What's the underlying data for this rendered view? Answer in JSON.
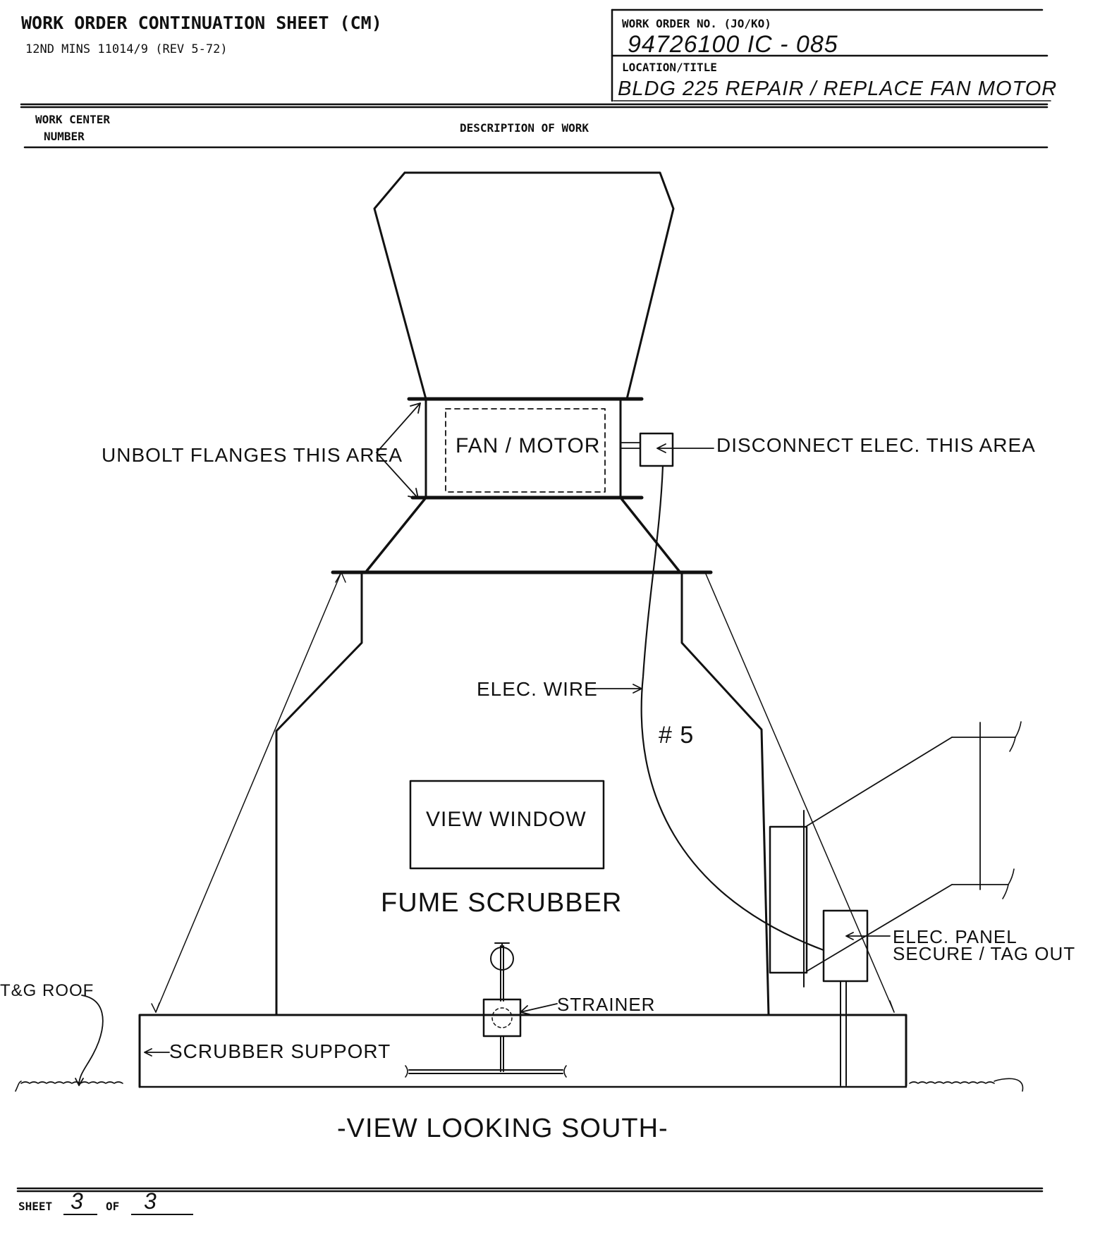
{
  "header": {
    "title": "WORK ORDER CONTINUATION SHEET (CM)",
    "form_id": "12ND MINS 11014/9 (REV 5-72)",
    "work_order_label": "WORK ORDER NO. (JO/KO)",
    "work_order_value": "94726100 IC - 085",
    "location_label": "LOCATION/TITLE",
    "location_value": "BLDG 225   REPAIR / REPLACE FAN MOTOR"
  },
  "columns": {
    "work_center_line1": "WORK CENTER",
    "work_center_line2": "NUMBER",
    "description": "DESCRIPTION OF WORK"
  },
  "drawing": {
    "fan_motor": "FAN / MOTOR",
    "unbolt": "UNBOLT FLANGES THIS AREA",
    "disconnect": "DISCONNECT ELEC. THIS AREA",
    "elec_wire": "ELEC. WIRE",
    "number": "# 5",
    "view_window": "VIEW WINDOW",
    "fume_scrubber": "FUME SCRUBBER",
    "strainer": "STRAINER",
    "elec_panel_line1": "ELEC. PANEL",
    "elec_panel_line2": "SECURE / TAG OUT",
    "tg_roof": "T&G ROOF",
    "scrubber_support": "SCRUBBER SUPPORT",
    "view_caption": "-VIEW LOOKING SOUTH-"
  },
  "footer": {
    "sheet_label": "SHEET",
    "sheet_number": "3",
    "of_label": "OF",
    "sheet_total": "3"
  }
}
